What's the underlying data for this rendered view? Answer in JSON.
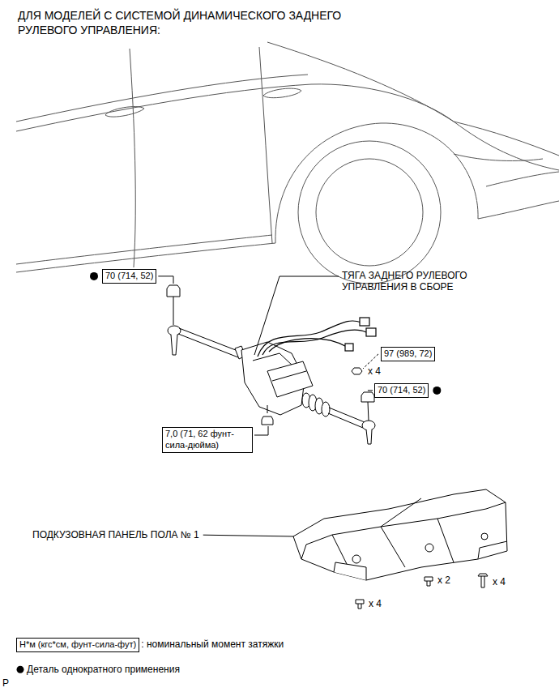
{
  "diagram": {
    "title": "ДЛЯ МОДЕЛЕЙ С СИСТЕМОЙ ДИНАМИЧЕСКОГО ЗАДНЕГО РУЛЕВОГО УПРАВЛЕНИЯ:",
    "nodes": [
      {
        "text": [
          "70 (714, 52)"
        ]
      },
      {
        "text": [
          "97 (989, 72)"
        ]
      },
      {
        "text": [
          "70 (714, 52)"
        ]
      },
      {
        "text": [
          "7,0 (71, 62 фунт-сила-дюйма)"
        ]
      },
      {
        "text": [
          "Н*м (кгс*см, фунт-сила-фут)"
        ]
      }
    ],
    "labels": [
      "ТЯГА ЗАДНЕГО РУЛЕВОГО УПРАВЛЕНИЯ В СБОРЕ",
      "x 4",
      "ПОДКУЗОВНАЯ ПАНЕЛЬ ПОЛА № 1",
      "x 2",
      "x 4",
      "x 4",
      "P"
    ],
    "legend": [
      {
        "text": ": номинальный момент затяжки"
      },
      {
        "text": "Деталь однократного применения"
      }
    ]
  }
}
